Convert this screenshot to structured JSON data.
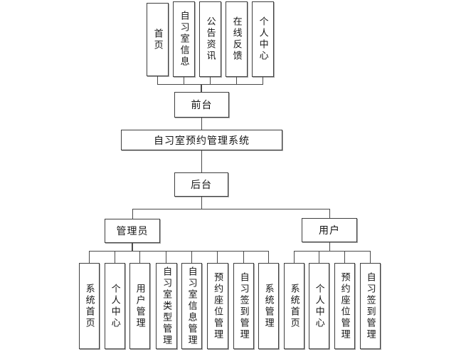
{
  "diagram": {
    "root_label": "自习室预约管理系统",
    "frontend": {
      "label": "前台",
      "children": [
        "首页",
        "自习室信息",
        "公告资讯",
        "在线反馈",
        "个人中心"
      ]
    },
    "backend": {
      "label": "后台",
      "admin": {
        "label": "管理员",
        "children": [
          "系统首页",
          "个人中心",
          "用户管理",
          "自习室类型管理",
          "自习室信息管理",
          "预约座位管理",
          "自习签到管理",
          "系统管理"
        ]
      },
      "user": {
        "label": "用户",
        "children": [
          "系统首页",
          "个人中心",
          "预约座位管理",
          "自习签到管理"
        ]
      }
    }
  }
}
